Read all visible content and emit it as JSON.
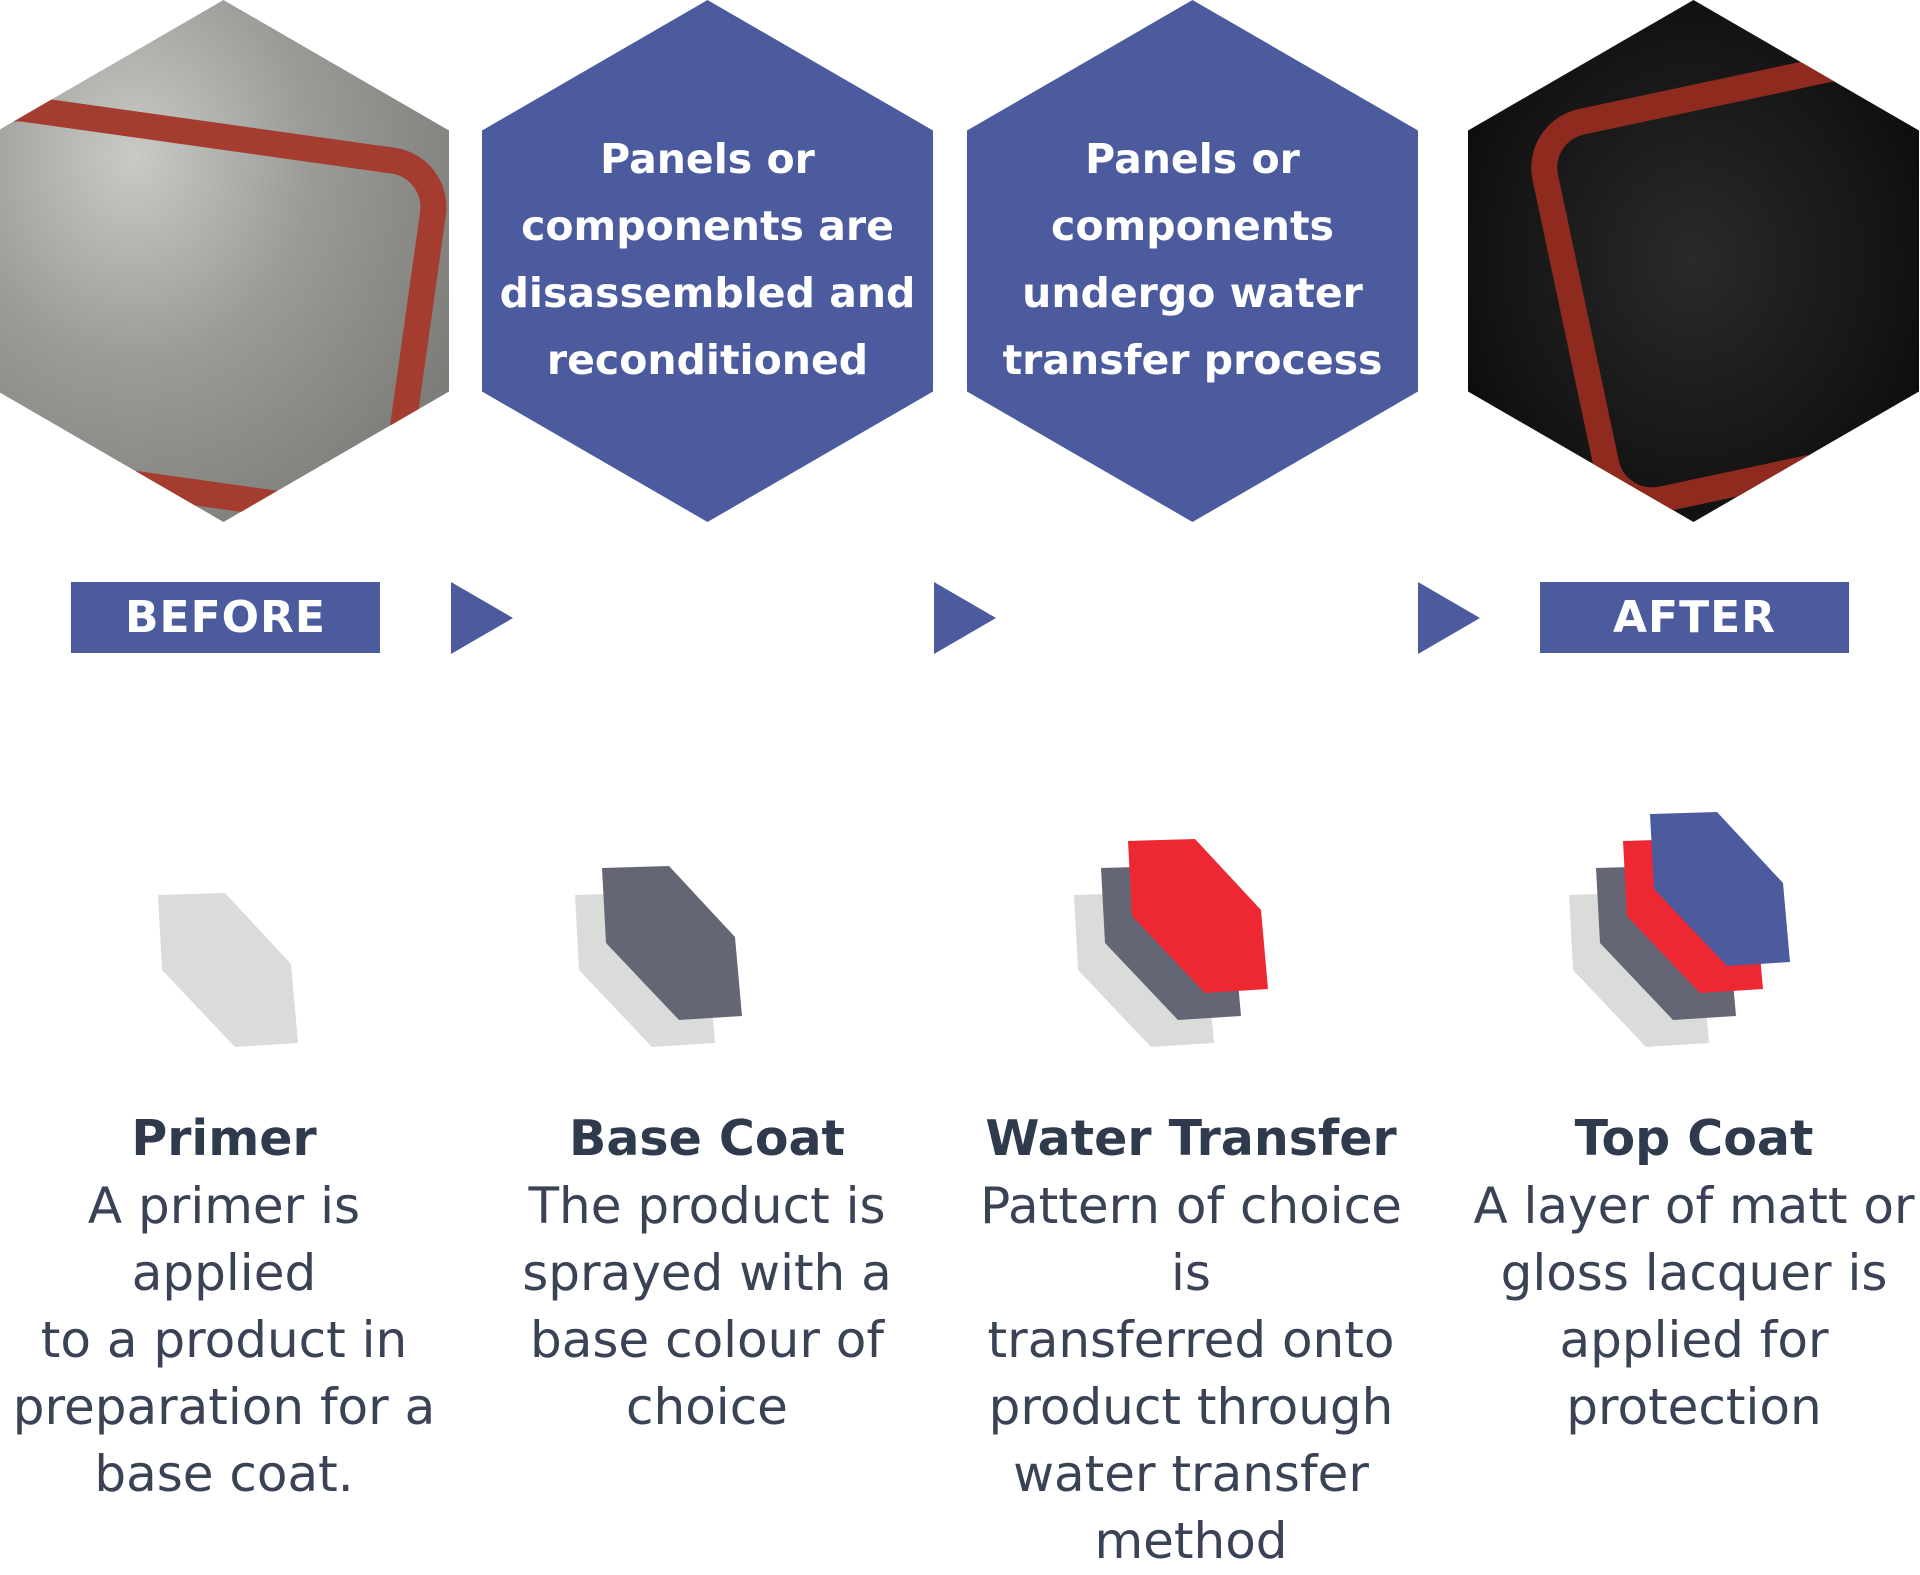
{
  "colors": {
    "accent": "#4b5b9d",
    "primer": "#d9dcd9",
    "base": "#646675",
    "transfer": "#ee2832",
    "topcoat": "#4b5b9d"
  },
  "hexes": [
    {
      "lines": [
        "Panels or",
        "components are",
        "disassembled and",
        "reconditioned"
      ]
    },
    {
      "lines": [
        "Panels or",
        "components",
        "undergo water",
        "transfer process"
      ]
    }
  ],
  "tags": {
    "before": "BEFORE",
    "after": "AFTER"
  },
  "steps": [
    {
      "title": "Primer",
      "lines": [
        "A primer is applied",
        "to a product in",
        "preparation for a",
        "base coat."
      ],
      "layers": [
        "#d9dcd9"
      ]
    },
    {
      "title": "Base Coat",
      "lines": [
        "The product is",
        "sprayed with a",
        "base colour of",
        "choice"
      ],
      "layers": [
        "#d9dcd9",
        "#646675"
      ]
    },
    {
      "title": "Water Transfer",
      "lines": [
        "Pattern of choice is",
        "transferred onto",
        "product through",
        "water transfer",
        "method"
      ],
      "layers": [
        "#d9dcd9",
        "#646675",
        "#ee2832"
      ]
    },
    {
      "title": "Top Coat",
      "lines": [
        "A layer of matt or",
        "gloss lacquer is",
        "applied for",
        "protection"
      ],
      "layers": [
        "#d9dcd9",
        "#646675",
        "#ee2832",
        "#4b5b9d"
      ]
    }
  ]
}
